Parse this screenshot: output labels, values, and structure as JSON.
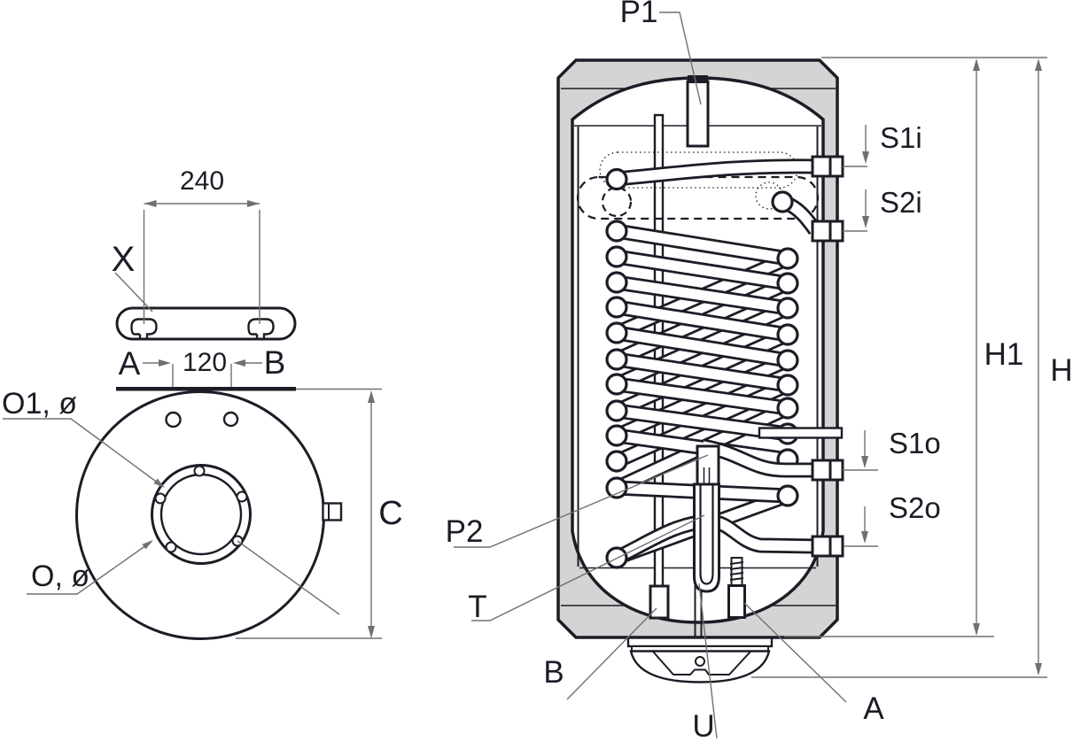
{
  "colors": {
    "ink": "#1c1c26",
    "insulation_gray": "#d4d4d4",
    "leader_gray": "#707070",
    "background": "#ffffff"
  },
  "top_view": {
    "dim_bracket_spacing": "240",
    "dim_hole_spacing": "120",
    "bracket_label": "X",
    "hole_left_label": "A",
    "hole_right_label": "B",
    "diameter_label": "C",
    "flange_opening_label": "O1, ø",
    "tank_diameter_label": "O, ø"
  },
  "section_view": {
    "top_probe_label": "P1",
    "coil1_inlet_label": "S1i",
    "coil2_inlet_label": "S2i",
    "coil1_outlet_label": "S1o",
    "coil2_outlet_label": "S2o",
    "inner_height_label": "H1",
    "total_height_label": "H",
    "mid_probe_label": "P2",
    "thermometer_label": "T",
    "bottom_sensor_label": "B",
    "drain_label": "U",
    "anode_label": "A"
  }
}
